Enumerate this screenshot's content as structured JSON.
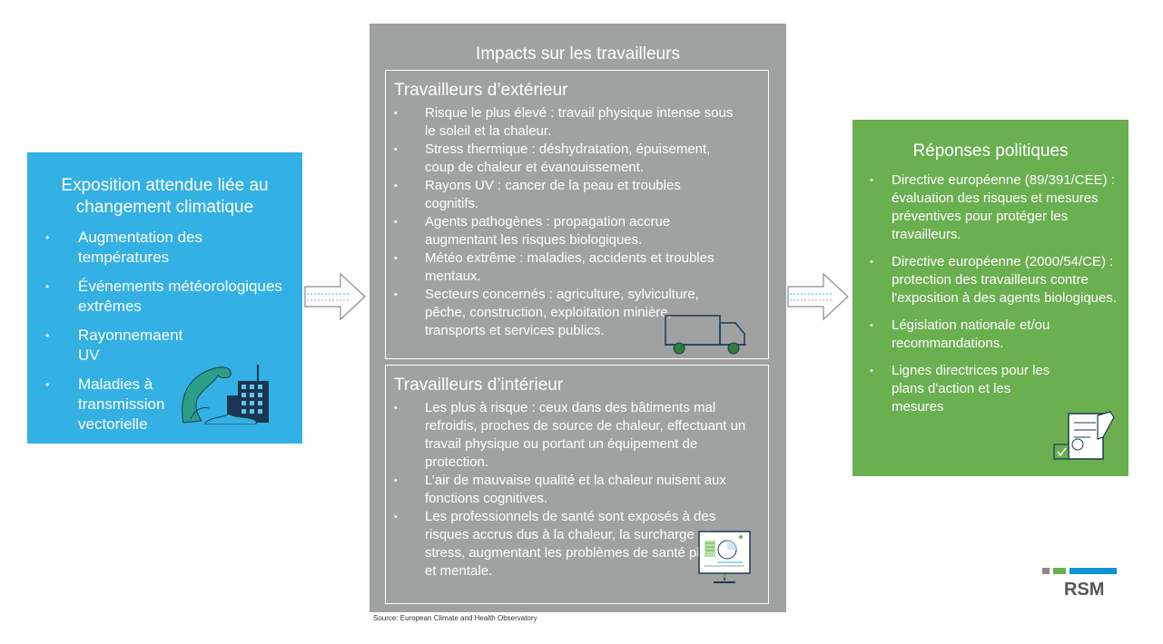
{
  "exposure": {
    "title": "Exposition attendue liée au changement climatique",
    "items": [
      "Augmentation des températures",
      "Événements météorologiques extrêmes",
      "Rayonnemaent UV",
      "Maladies à transmission vectorielle"
    ],
    "icon": "flood-building-icon"
  },
  "impacts": {
    "title": "Impacts sur les travailleurs",
    "outdoor": {
      "title": "Travailleurs d’extérieur",
      "items": [
        "Risque le plus élevé : travail physique intense sous le soleil et la chaleur.",
        "Stress thermique : déshydratation, épuisement, coup de chaleur et évanouissement.",
        "Rayons UV : cancer de la peau et troubles cognitifs.",
        "Agents pathogènes : propagation accrue augmentant les risques biologiques.",
        "Météo extrême : maladies, accidents et troubles mentaux.",
        "Secteurs concernés : agriculture, sylviculture, pêche, construction, exploitation minière, transports et services publics."
      ],
      "icon": "truck-icon"
    },
    "indoor": {
      "title": "Travailleurs d’intérieur",
      "items": [
        "Les plus à risque : ceux dans des bâtiments mal refroidis, proches de source de chaleur, effectuant un travail physique ou portant un équipement de protection.",
        "L’air de mauvaise qualité et la chaleur nuisent aux fonctions cognitives.",
        "Les professionnels de santé sont exposés à des risques accrus dus à la chaleur, la surcharge et au stress, augmentant les problèmes de santé physique et mentale."
      ],
      "icon": "monitor-chart-icon"
    }
  },
  "policy": {
    "title": "Réponses politiques",
    "items": [
      "Directive européenne (89/391/CEE) : évaluation des risques et mesures préventives pour protéger les travailleurs.",
      "Directive européenne (2000/54/CE) : protection des travailleurs contre l'exposition à des agents biologiques.",
      "Législation nationale et/ou recommandations.",
      "Lignes directrices pour les plans d'action et les mesures"
    ],
    "icon": "document-check-icon"
  },
  "source": "Source: European Climate and Health Observatory",
  "logo": "RSM",
  "colors": {
    "blue": "#33b0e4",
    "grey": "#a0a2a2",
    "green": "#6aaf50"
  }
}
